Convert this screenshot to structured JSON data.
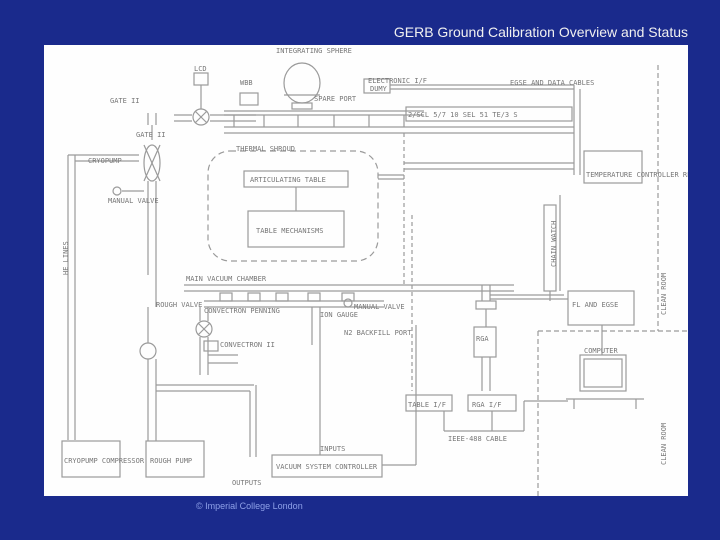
{
  "slide": {
    "title": "GERB Ground Calibration Overview and Status",
    "copyright": "© Imperial College London"
  },
  "colors": {
    "background": "#1a2a8c",
    "panel": "#fefefe",
    "line": "#9a9a9a",
    "label": "#777777"
  },
  "diagram": {
    "labels": {
      "integrating_sphere": "INTEGRATING SPHERE",
      "lcd": "LCD",
      "wbb": "WBB",
      "ebb_and_data_cables": "EGSE AND DATA CABLES",
      "electronic_if": "ELECTRONIC I/F",
      "dumy": "DUMY",
      "spare_port": "SPARE PORT",
      "gate_valve_top": "GATE II",
      "gate_valve": "GATE II",
      "spare_ports_bank": "2/SCL 5/7 10 SEL 51 TE/3 S",
      "thermal_shroud": "THERMAL SHROUD",
      "cryopump": "CRYOPUMP",
      "manual_valve_left": "MANUAL VALVE",
      "temperature_controller": "TEMPERATURE CONTROLLER RECIRCULATOR",
      "articulating_table": "ARTICULATING TABLE",
      "table_mechanisms": "TABLE MECHANISMS",
      "main_vacuum_chamber": "MAIN VACUUM CHAMBER",
      "manual_valve_right": "MANUAL VALVE",
      "rough_valve": "ROUGH VALVE",
      "penning_convectron": "CONVECTRON PENNING",
      "ion_gauge": "ION GAUGE",
      "no_backfill_port": "N2 BACKFILL PORT",
      "convectron": "CONVECTRON II",
      "rga": "RGA",
      "fl_and_egse": "FL AND EGSE",
      "computer": "COMPUTER",
      "table_ifr": "TABLE I/F",
      "rga_ifr": "RGA I/F",
      "ieee_cable": "IEEE-488 CABLE",
      "inputs": "INPUTS",
      "outputs": "OUTPUTS",
      "vacuum_system_controller": "VACUUM SYSTEM CONTROLLER",
      "compressor": "CRYOPUMP COMPRESSOR",
      "roughing_pump": "ROUGH PUMP",
      "helium_lines": "HE LINES",
      "chain_watch": "CHAIN WATCH",
      "clean_room_right": "CLEAN ROOM",
      "clean_room_lower": "CLEAN ROOM"
    }
  }
}
